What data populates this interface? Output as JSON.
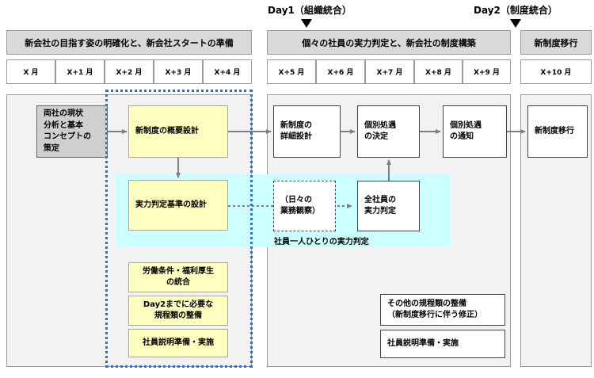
{
  "milestones": {
    "day1": "Day1（組織統合）",
    "day2": "Day2（制度統合）"
  },
  "phases": {
    "phase1": "新会社の目指す姿の明確化と、新会社スタートの準備",
    "phase2": "個々の社員の実力判定と、新会社の制度構築",
    "phase3": "新制度移行"
  },
  "months": [
    "X 月",
    "X+1 月",
    "X+2 月",
    "X+3 月",
    "X+4 月",
    "X+5 月",
    "X+6 月",
    "X+7 月",
    "X+8 月",
    "X+9 月",
    "X+10 月"
  ],
  "boxes": {
    "current_analysis": "両社の現状\n分析と基本\nコンセプトの\n策定",
    "new_system_outline": "新制度の概要設計",
    "ability_criteria": "実力判定基準の設計",
    "labor_welfare": "労働条件・福利厚生\nの統合",
    "rules_by_day2": "Day2までに必要な\n規程類の整備",
    "explanation_prep_1": "社員説明準備・実施",
    "new_system_detail": "新制度の\n詳細設計",
    "daily_observation": "（日々の\n業務観察）",
    "all_employee_assessment": "全社員の\n実力判定",
    "individual_decision": "個別処遇\nの決定",
    "individual_notice": "個別処遇\nの通知",
    "other_rules": "その他の規程類の整備\n（新制度移行に伴う修正）",
    "explanation_prep_2": "社員説明準備・実施",
    "new_system_migration": "新制度移行"
  },
  "band_label": "社員一人ひとりの実力判定",
  "colors": {
    "phase_header": "#d9d9d9",
    "panel": "#f2f2f2",
    "yellow_box": "#ffffc0",
    "cyan_band": "#ccffff",
    "focus_outline": "#2070e0",
    "arrow": "#7f7f7f"
  }
}
